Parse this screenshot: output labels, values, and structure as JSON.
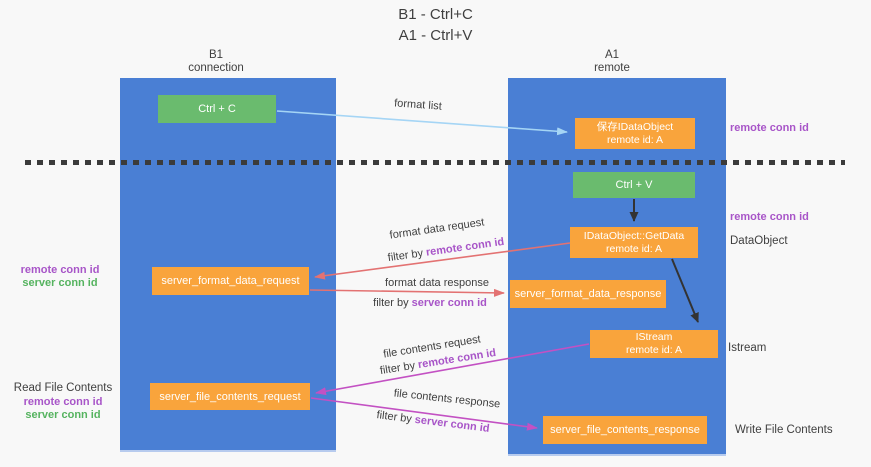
{
  "title": {
    "line1": "B1 - Ctrl+C",
    "line2": "A1 - Ctrl+V"
  },
  "lifelines": {
    "left": {
      "name": "B1",
      "role": "connection"
    },
    "right": {
      "name": "A1",
      "role": "remote"
    }
  },
  "boxes": {
    "ctrl_c": {
      "label": "Ctrl + C"
    },
    "save_idataobject": {
      "line1": "保存IDataObject",
      "line2": "remote id: A"
    },
    "ctrl_v": {
      "label": "Ctrl + V"
    },
    "getdata": {
      "line1": "IDataObject::GetData",
      "line2": "remote id: A"
    },
    "server_format_data_request": {
      "label": "server_format_data_request"
    },
    "server_format_data_response": {
      "label": "server_format_data_response"
    },
    "istream": {
      "line1": "IStream",
      "line2": "remote id: A"
    },
    "server_file_contents_request": {
      "label": "server_file_contents_request"
    },
    "server_file_contents_response": {
      "label": "server_file_contents_response"
    }
  },
  "arrows": {
    "format_list": "format list",
    "format_data_request": "format data request",
    "format_data_response": "format data response",
    "file_contents_request": "file contents request",
    "file_contents_response": "file contents response",
    "filter_by": "filter by ",
    "remote_conn_id": "remote conn id",
    "server_conn_id": "server conn id"
  },
  "annotations": {
    "right_remote_conn_id_top": "remote conn id",
    "right_remote_conn_id_mid": "remote conn id",
    "right_dataobject": "DataObject",
    "right_istream": "Istream",
    "right_write_file_contents": "Write File Contents",
    "left_remote_conn_id": "remote conn id",
    "left_server_conn_id": "server conn id",
    "left_read_file_contents": "Read File Contents"
  },
  "colors": {
    "bg": "#f8f8f8",
    "lifeline_blue": "#4a7fd4",
    "box_green": "#6abb6e",
    "box_orange": "#f9a43c",
    "box_text": "#ffffff",
    "text_dark": "#3f3f3f",
    "text_purple": "#a855c8",
    "text_green": "#55b35f",
    "arrow_lightblue": "#a5d5f5",
    "arrow_red": "#e37272",
    "arrow_magenta": "#c351c3",
    "arrow_black": "#333333"
  }
}
